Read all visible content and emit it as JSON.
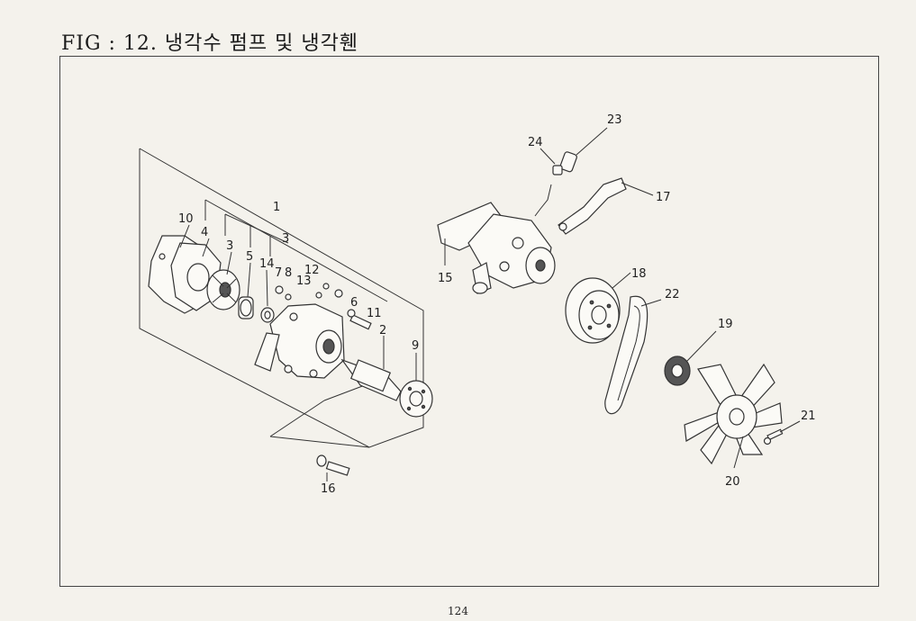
{
  "title": "FIG : 12. 냉각수 펌프 및 냉각휀",
  "page_number": "124",
  "callouts": {
    "c1": "1",
    "c2": "2",
    "c3": "3",
    "c3b": "3",
    "c4": "4",
    "c5": "5",
    "c6": "6",
    "c7": "7",
    "c8": "8",
    "c9": "9",
    "c10": "10",
    "c11": "11",
    "c12": "12",
    "c13": "13",
    "c14": "14",
    "c15": "15",
    "c16": "16",
    "c17": "17",
    "c18": "18",
    "c19": "19",
    "c20": "20",
    "c21": "21",
    "c22": "22",
    "c23": "23",
    "c24": "24"
  }
}
